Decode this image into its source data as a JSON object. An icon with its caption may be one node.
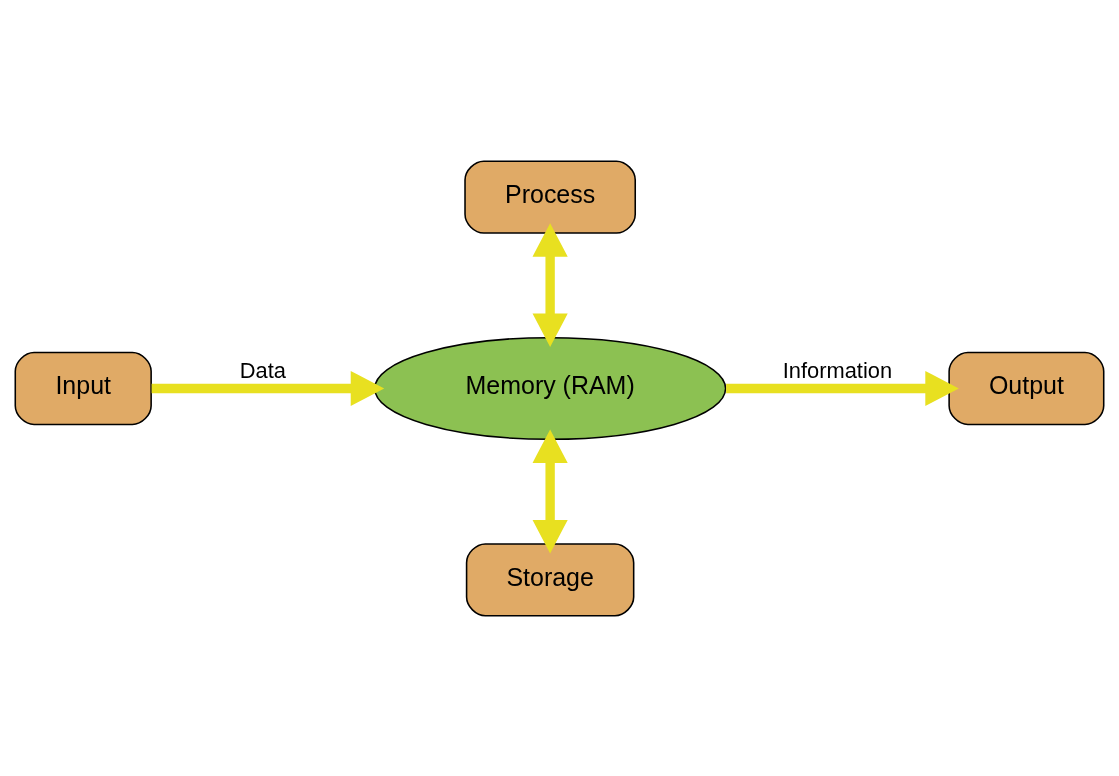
{
  "diagram": {
    "nodes": [
      {
        "text": [
          "Process"
        ]
      },
      {
        "text": [
          "Input"
        ]
      },
      {
        "text": [
          "Memory (RAM)"
        ]
      },
      {
        "text": [
          "Output"
        ]
      },
      {
        "text": [
          "Storage"
        ]
      }
    ],
    "edges": [
      {
        "from": 0,
        "to": 2,
        "arrow": "both"
      },
      {
        "from": 1,
        "to": 2,
        "arrow": "to",
        "label": "Data"
      },
      {
        "from": 2,
        "to": 3,
        "arrow": "to",
        "label": "Information"
      },
      {
        "from": 2,
        "to": 4,
        "arrow": "both"
      }
    ]
  }
}
